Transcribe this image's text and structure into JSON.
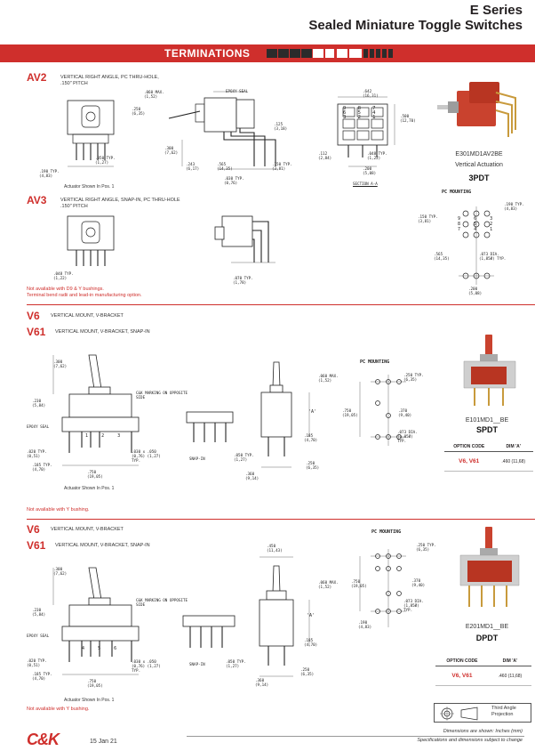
{
  "header": {
    "series": "E Series",
    "subtitle": "Sealed Miniature Toggle Switches"
  },
  "banner": {
    "title": "TERMINATIONS"
  },
  "sections": {
    "av2": {
      "code": "AV2",
      "desc1": "VERTICAL RIGHT ANGLE, PC THRU-HOLE,",
      "desc2": ".150\" PITCH",
      "actuator_note": "Actuator Shown In Pos. 1",
      "section_label": "SECTION A-A",
      "epoxy": "EPOXY SEAL",
      "dims": {
        "d060": ".060 MAX.",
        "d060m": "(1,52)",
        "d250": ".250",
        "d250m": "(6,35)",
        "d125": ".125",
        "d125m": "(3,18)",
        "d050": ".050 TYP.",
        "d050m": "(1,27)",
        "d300": ".300",
        "d300m": "(7,62)",
        "d243": ".243",
        "d243m": "(6,17)",
        "d565": ".565",
        "d565m": "(14,35)",
        "d150": ".150 TYP.",
        "d150m": "(3,81)",
        "d030": ".030 TYP.",
        "d030m": "(0,76)",
        "d190": ".190 TYP.",
        "d190m": "(4,83)",
        "d642": ".642",
        "d642m": "(16,31)",
        "d500": ".500",
        "d500m": "(12,70)",
        "d112": ".112",
        "d112m": "(2,84)",
        "d048": ".048 TYP.",
        "d048m": "(1,22)",
        "d200": ".200",
        "d200m": "(5,08)"
      },
      "pins": [
        "9",
        "8",
        "7",
        "6",
        "5",
        "4",
        "3",
        "2",
        "1"
      ],
      "product": {
        "part": "E301MD1AV2BE",
        "type": "Vertical Actuation",
        "pole": "3PDT"
      }
    },
    "av3": {
      "code": "AV3",
      "desc1": "VERTICAL RIGHT ANGLE, SNAP-IN, PC THRU-HOLE",
      "desc2": ".150\" PITCH",
      "note1": "Not available with D9 & Y bushings.",
      "note2": "Terminal bend radii and lead-in manufacturing option.",
      "dims": {
        "d048": ".048 TYP.",
        "d048m": "(1,22)",
        "d070": ".070 TYP.",
        "d070m": "(1,78)"
      },
      "pcb": {
        "title": "PC MOUNTING",
        "d150": ".150 TYP.",
        "d150m": "(3,81)",
        "d190": ".190 TYP.",
        "d190m": "(4,83)",
        "d565": ".565",
        "d565m": "(14,35)",
        "d073": ".073 DIA.",
        "d073m": "(1,85Ø) TYP.",
        "d200": ".200",
        "d200m": "(5,08)",
        "pins": [
          "9",
          "6",
          "3",
          "8",
          "5",
          "2",
          "7",
          "4",
          "1"
        ]
      }
    },
    "v6a": {
      "code1": "V6",
      "desc1": "VERTICAL MOUNT, V-BRACKET",
      "code2": "V61",
      "desc2": "VERTICAL MOUNT, V-BRACKET, SNAP-IN",
      "mark": "C&K MARKING ON OPPOSITE SIDE",
      "epoxy": "EPOXY SEAL",
      "snap": "SNAP-IN",
      "actuator_note": "Actuator Shown In Pos. 1",
      "note": "Not available with Y bushing.",
      "dims": {
        "d300": ".300",
        "d300m": "(7,62)",
        "d230": ".230",
        "d230m": "(5,84)",
        "d020": ".020 TYP.",
        "d020m": "(0,51)",
        "d185": ".185 TYP.",
        "d185m": "(4,70)",
        "d750": ".750",
        "d750m": "(19,05)",
        "d030": ".030 x .050",
        "d030m": "(0,76) (1,27)",
        "typ": "TYP.",
        "d060": ".060 MAX.",
        "d060m": "(1,52)",
        "a": "'A'",
        "d185b": ".185",
        "d185bm": "(4,70)",
        "d050": ".050 TYP.",
        "d050m": "(1,27)",
        "d360": ".360",
        "d360m": "(9,14)",
        "d250": ".250",
        "d250m": "(6,35)"
      },
      "pins": [
        "1",
        "2",
        "3"
      ],
      "pcb": {
        "title": "PC MOUNTING",
        "d250": ".250 TYP.",
        "d250m": "(6,35)",
        "d750": ".750",
        "d750m": "(19,05)",
        "d370": ".370",
        "d370m": "(9,40)",
        "d073": ".073 DIA.",
        "d073m": "(1,85Ø)",
        "typ": "TYP."
      },
      "product": {
        "part": "E101MD1__BE",
        "pole": "SPDT"
      },
      "option": {
        "h1": "OPTION CODE",
        "h2": "DIM 'A'",
        "code": "V6, V61",
        "value": ".460 (11,68)"
      }
    },
    "v6b": {
      "code1": "V6",
      "desc1": "VERTICAL MOUNT, V-BRACKET",
      "code2": "V61",
      "desc2": "VERTICAL MOUNT, V-BRACKET, SNAP-IN",
      "mark": "C&K MARKING ON OPPOSITE SIDE",
      "epoxy": "EPOXY SEAL",
      "snap": "SNAP-IN",
      "actuator_note": "Actuator Shown In Pos. 1",
      "note": "Not available with Y bushing.",
      "dims": {
        "d300": ".300",
        "d300m": "(7,62)",
        "d230": ".230",
        "d230m": "(5,84)",
        "d020": ".020 TYP.",
        "d020m": "(0,51)",
        "d185": ".185 TYP.",
        "d185m": "(4,70)",
        "d750": ".750",
        "d750m": "(19,05)",
        "d030": ".030 x .050",
        "d030m": "(0,76) (1,27)",
        "typ": "TYP.",
        "d450": ".450",
        "d450m": "(11,43)",
        "d060": ".060 MAX.",
        "d060m": "(1,52)",
        "a": "'A'",
        "d185b": ".185",
        "d185bm": "(4,70)",
        "d050": ".050 TYP.",
        "d050m": "(1,27)",
        "d360": ".360",
        "d360m": "(9,14)",
        "d250": ".250",
        "d250m": "(6,35)"
      },
      "pins": [
        "4",
        "5",
        "6"
      ],
      "pcb": {
        "title": "PC MOUNTING",
        "d250": ".250 TYP.",
        "d250m": "(6,35)",
        "d750": ".750",
        "d750m": "(19,05)",
        "d370": ".370",
        "d370m": "(9,40)",
        "d073": ".073 DIA.",
        "d073m": "(1,85Ø)",
        "typ": "TYP.",
        "d190": ".190",
        "d190m": "(4,83)"
      },
      "product": {
        "part": "E201MD1__BE",
        "pole": "DPDT"
      },
      "option": {
        "h1": "OPTION CODE",
        "h2": "DIM 'A'",
        "code": "V6, V61",
        "value": ".460 (11,68)"
      }
    }
  },
  "projection": {
    "line1": "Third Angle",
    "line2": "Projection"
  },
  "footer": {
    "logo": "C&K",
    "date": "15 Jan 21",
    "line1": "Dimensions are shown: Inches (mm)",
    "line2": "Specifications and dimensions subject to change"
  }
}
